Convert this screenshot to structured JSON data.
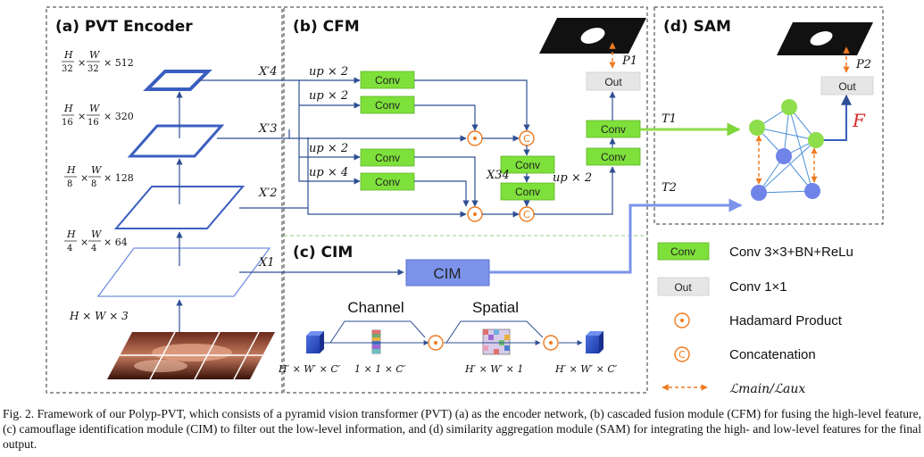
{
  "panels": {
    "pvt": "(a) PVT Encoder",
    "cfm": "(b) CFM",
    "cim": "(c) CIM",
    "sam": "(d) SAM"
  },
  "encoder": {
    "scale_labels": [
      [
        "H",
        "32",
        "W",
        "32",
        "× 512"
      ],
      [
        "H",
        "16",
        "W",
        "16",
        "× 320"
      ],
      [
        "H",
        "8",
        "W",
        "8",
        "× 128"
      ],
      [
        "H",
        "4",
        "W",
        "4",
        "× 64"
      ]
    ],
    "input_label": "H × W × 3",
    "feature_labels": [
      "X′4",
      "X′3",
      "X′2",
      "X1"
    ]
  },
  "cfm": {
    "conv_label": "Conv",
    "out_label": "Out",
    "up_labels": [
      "up × 2",
      "up × 2",
      "up × 2",
      "up × 4"
    ],
    "up_right": "up × 2",
    "x34": "X34",
    "p1": "P1"
  },
  "cim": {
    "block_label": "CIM",
    "channel_label": "Channel",
    "spatial_label": "Spatial",
    "dims": [
      "H′ × W′ × C′",
      "1 × 1 × C′",
      "H′ × W′ × 1",
      "H′ × W′ × C′"
    ]
  },
  "sam": {
    "t1": "T1",
    "t2": "T2",
    "p2": "P2",
    "f": "F",
    "out_label": "Out"
  },
  "legend": {
    "conv_swatch": "Conv",
    "conv_text": "Conv 3×3+BN+ReLu",
    "out_swatch": "Out",
    "out_text": "Conv 1×1",
    "hadamard_text": "Hadamard Product",
    "concat_text": "Concatenation",
    "loss_text": "ℒmain/ℒaux"
  },
  "caption": "Fig. 2.  Framework of our Polyp-PVT, which consists of a pyramid vision transformer (PVT) (a) as the encoder network, (b) cascaded fusion module (CFM) for fusing the high-level feature, (c) camouflage identification module (CIM) to filter out the low-level information, and (d) similarity aggregation module (SAM) for integrating the high- and low-level features for the final output.",
  "colors": {
    "conv_green": "#7ee03a",
    "dark_blue": "#3b5fc0",
    "cim_blue": "#7b93ea",
    "orange": "#f07a1f",
    "sam_green": "#8edd4a",
    "sam_blue": "#6f84e8",
    "red_f": "#d62a2a"
  }
}
